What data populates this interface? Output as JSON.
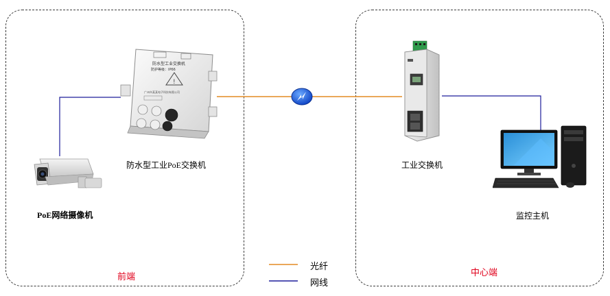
{
  "zones": {
    "front": {
      "title": "前端"
    },
    "center": {
      "title": "中心端"
    }
  },
  "devices": {
    "camera": {
      "label": "PoE网络摄像机"
    },
    "poe_switch": {
      "label": "防水型工业PoE交换机",
      "box_text": [
        "防水型工业交换机",
        "防护等级：IP66",
        "广州市某某电子科技有限公司"
      ]
    },
    "industrial_switch": {
      "label": "工业交换机"
    },
    "host": {
      "label": "监控主机"
    }
  },
  "legend": [
    {
      "label": "光纤",
      "color": "#e38a22"
    },
    {
      "label": "网线",
      "color": "#1c1c9a"
    }
  ],
  "colors": {
    "fiber": "#e38a22",
    "cable": "#1c1c9a",
    "zone_title": "#e0001b"
  }
}
